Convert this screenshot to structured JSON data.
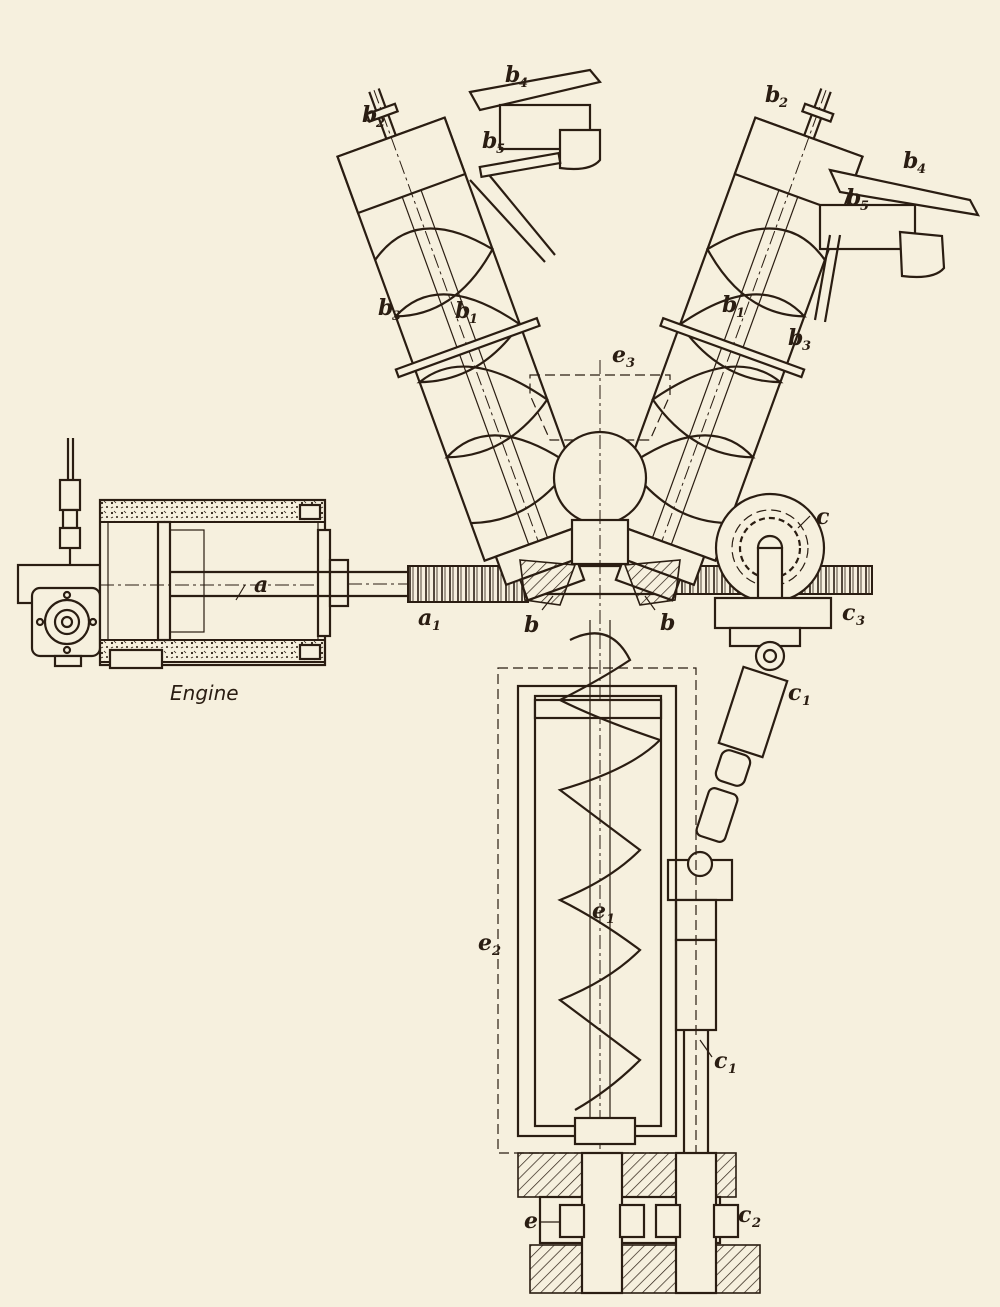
{
  "caption": "Engine",
  "labels": {
    "a": {
      "main": "a",
      "sub": ""
    },
    "a1": {
      "main": "a",
      "sub": "1"
    },
    "b_left": {
      "main": "b",
      "sub": ""
    },
    "b_right": {
      "main": "b",
      "sub": ""
    },
    "b1_left": {
      "main": "b",
      "sub": "1"
    },
    "b1_right": {
      "main": "b",
      "sub": "1"
    },
    "b2_left": {
      "main": "b",
      "sub": "2"
    },
    "b2_right": {
      "main": "b",
      "sub": "2"
    },
    "b3_left": {
      "main": "b",
      "sub": "3"
    },
    "b3_right": {
      "main": "b",
      "sub": "3"
    },
    "b4_left": {
      "main": "b",
      "sub": "4"
    },
    "b4_right": {
      "main": "b",
      "sub": "4"
    },
    "b5_left": {
      "main": "b",
      "sub": "5"
    },
    "b5_right": {
      "main": "b",
      "sub": "5"
    },
    "c": {
      "main": "c",
      "sub": ""
    },
    "c1_upper": {
      "main": "c",
      "sub": "1"
    },
    "c1_lower": {
      "main": "c",
      "sub": "1"
    },
    "c2": {
      "main": "c",
      "sub": "2"
    },
    "c3_right": {
      "main": "c",
      "sub": "3"
    },
    "e": {
      "main": "e",
      "sub": ""
    },
    "e1": {
      "main": "e",
      "sub": "1"
    },
    "e2": {
      "main": "e",
      "sub": "2"
    },
    "e3": {
      "main": "e",
      "sub": "3"
    }
  },
  "colors": {
    "paper": "#f6f0de",
    "ink": "#2a1d12"
  }
}
